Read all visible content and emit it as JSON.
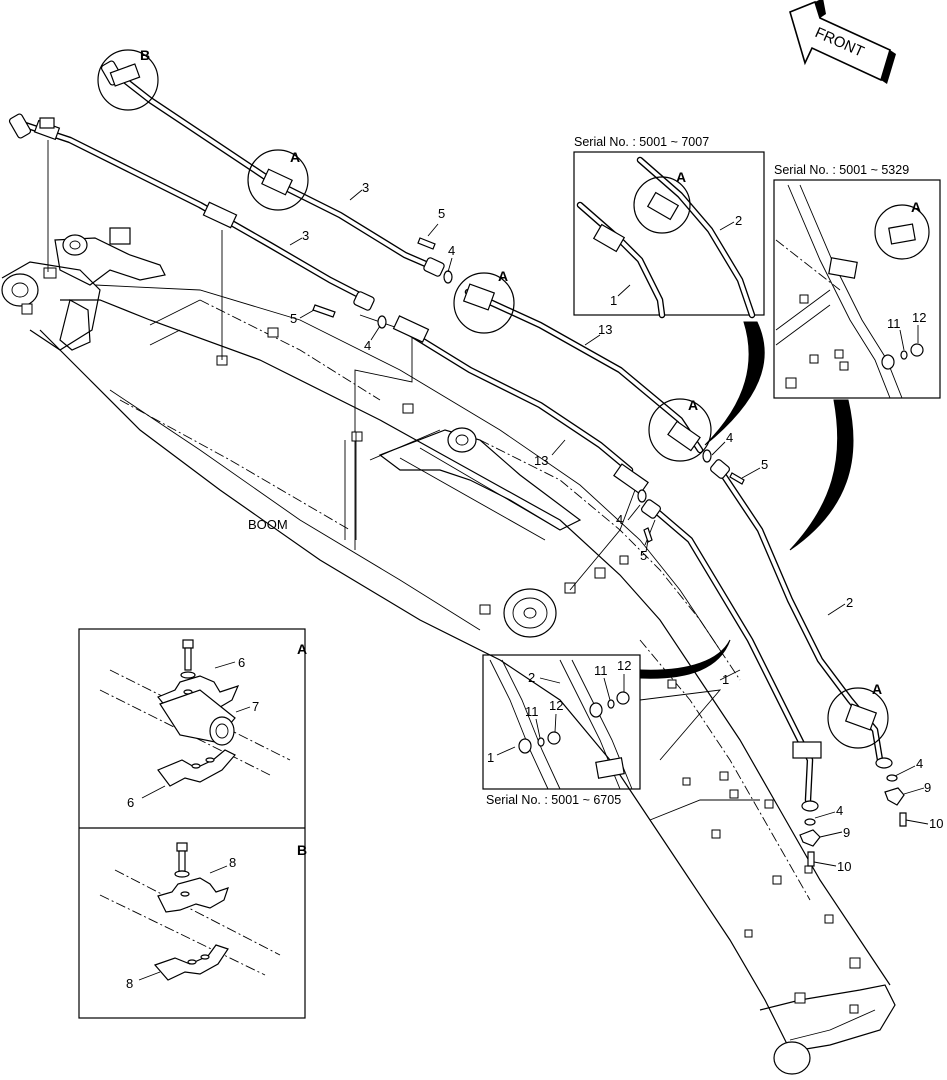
{
  "direction_label": "FRONT",
  "boom_label": "BOOM",
  "inset_top_middle": {
    "serial": "Serial No. : 5001 ~ 7007",
    "detail": "A",
    "labels": [
      "1",
      "2"
    ]
  },
  "inset_top_right": {
    "serial": "Serial No. : 5001 ~ 5329",
    "labels": [
      "11",
      "12"
    ]
  },
  "inset_center": {
    "serial": "Serial No. : 5001 ~ 6705",
    "labels": [
      "1",
      "2",
      "11",
      "12",
      "11",
      "12"
    ]
  },
  "detail_a": {
    "letter": "A",
    "parts": [
      "6",
      "7",
      "6"
    ]
  },
  "detail_b": {
    "letter": "B",
    "parts": [
      "8",
      "8"
    ]
  },
  "detail_markers": [
    "A",
    "B",
    "A",
    "A",
    "A",
    "A"
  ],
  "callouts": [
    "3",
    "3",
    "5",
    "4",
    "5",
    "4",
    "13",
    "13",
    "4",
    "5",
    "4",
    "5",
    "1",
    "2",
    "4",
    "9",
    "10",
    "4",
    "9",
    "10"
  ]
}
